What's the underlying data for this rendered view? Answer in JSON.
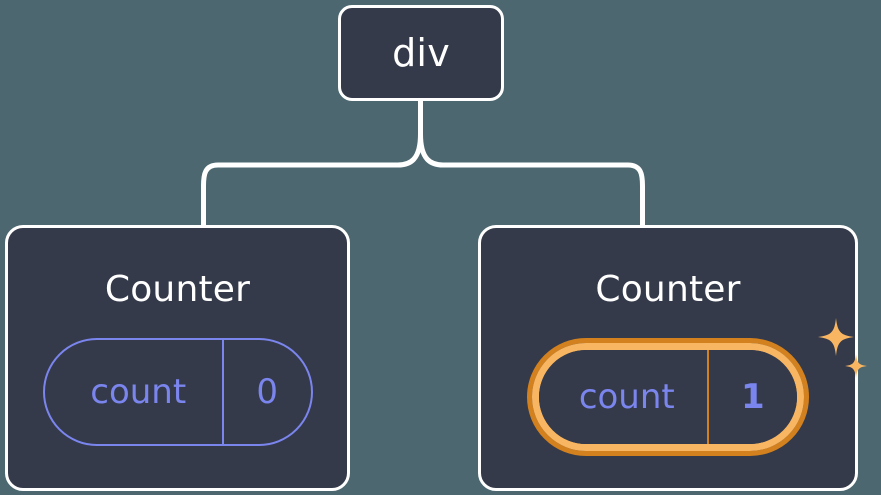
{
  "diagram": {
    "type": "component-tree",
    "background_color": "#4c6770",
    "node_fill_color": "#343a4a",
    "node_border_color": "#ffffff",
    "edge_color": "#ffffff",
    "accent_purple": "#7b85ee",
    "accent_orange_outer": "#d2811e",
    "accent_orange_inner": "#f9b662",
    "root": {
      "label": "div"
    },
    "children": [
      {
        "label": "Counter",
        "state": {
          "key": "count",
          "value": "0"
        },
        "highlighted": false
      },
      {
        "label": "Counter",
        "state": {
          "key": "count",
          "value": "1"
        },
        "highlighted": true,
        "sparkle_icons": [
          "sparkle-large",
          "sparkle-small"
        ]
      }
    ]
  }
}
